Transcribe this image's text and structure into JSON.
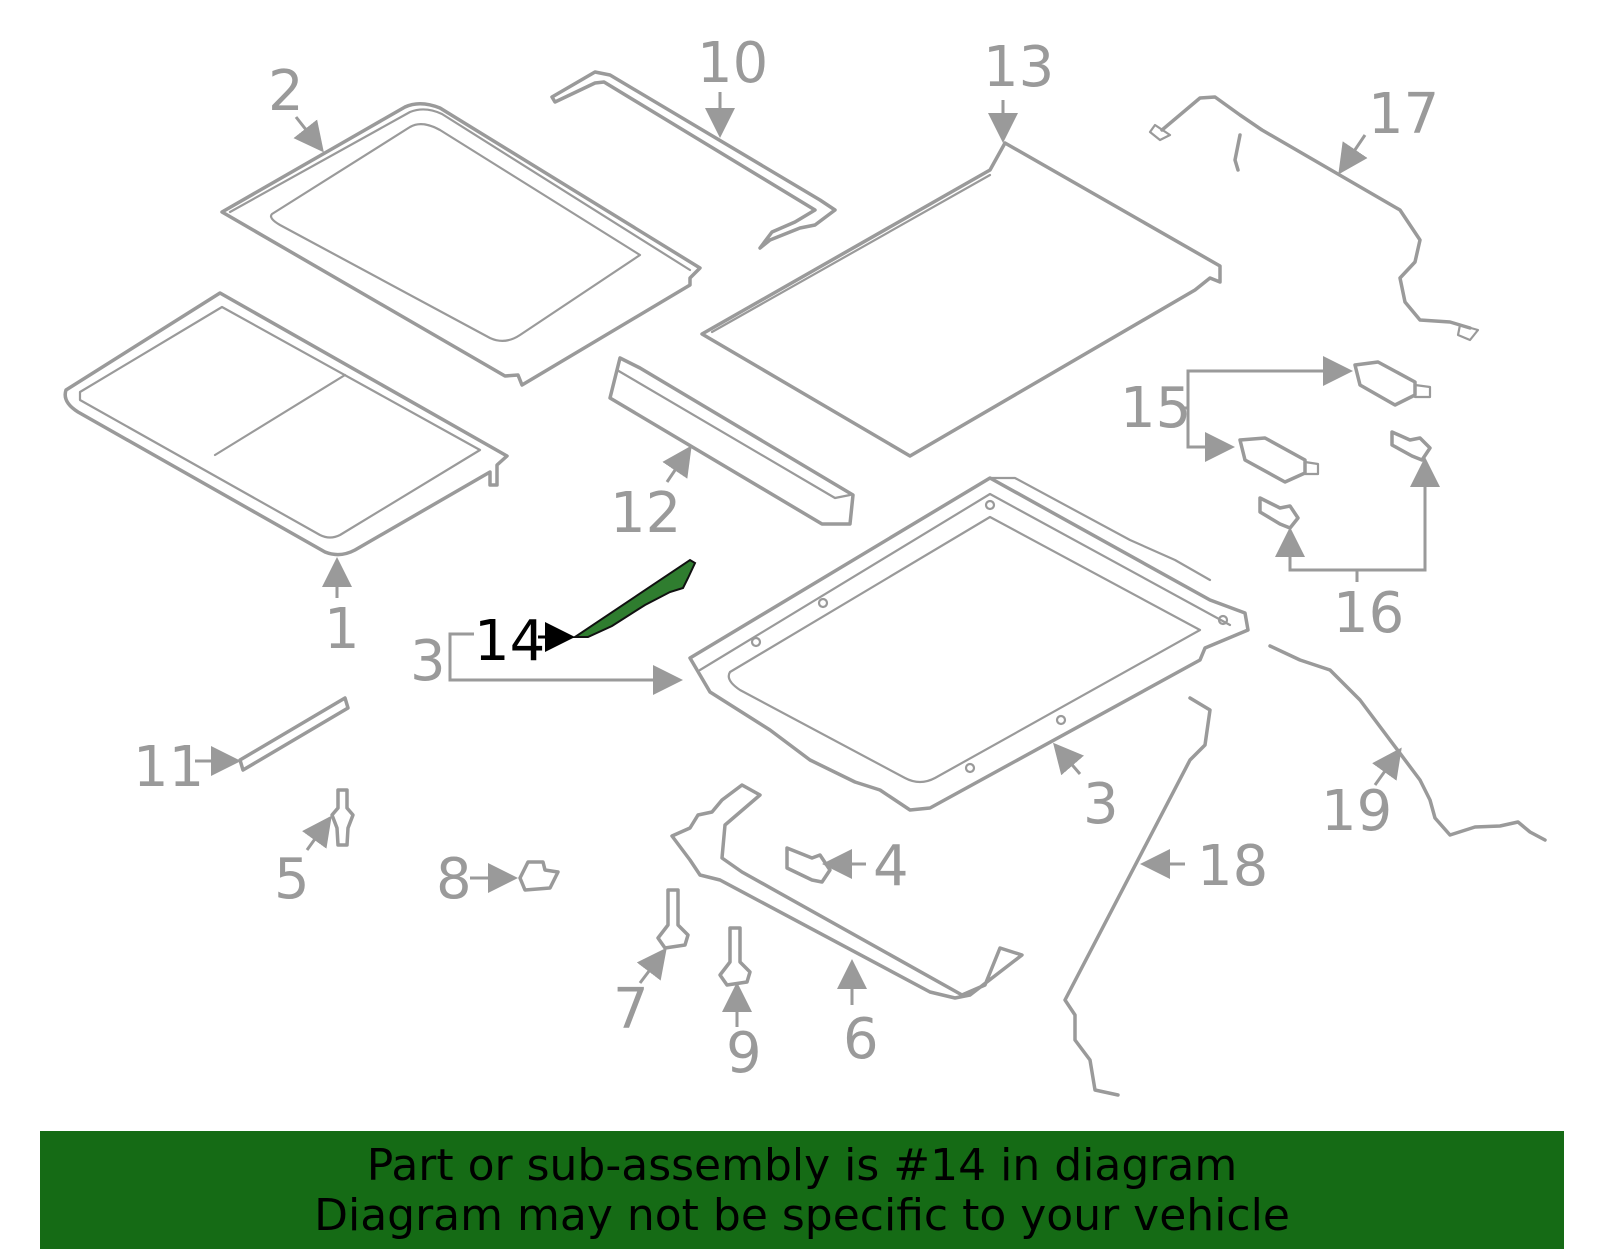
{
  "diagram": {
    "highlight_color": "#2f7d2f",
    "callouts": {
      "c1": "1",
      "c2": "2",
      "c3a": "3",
      "c3b": "3",
      "c4": "4",
      "c5": "5",
      "c6": "6",
      "c7": "7",
      "c8": "8",
      "c9": "9",
      "c10": "10",
      "c11": "11",
      "c12": "12",
      "c13": "13",
      "c14": "14",
      "c15": "15",
      "c16": "16",
      "c17": "17",
      "c18": "18",
      "c19": "19"
    }
  },
  "banner": {
    "line1": "Part or sub-assembly is #14 in diagram",
    "line2": "Diagram may not be specific to your vehicle",
    "color": "#156b15"
  }
}
